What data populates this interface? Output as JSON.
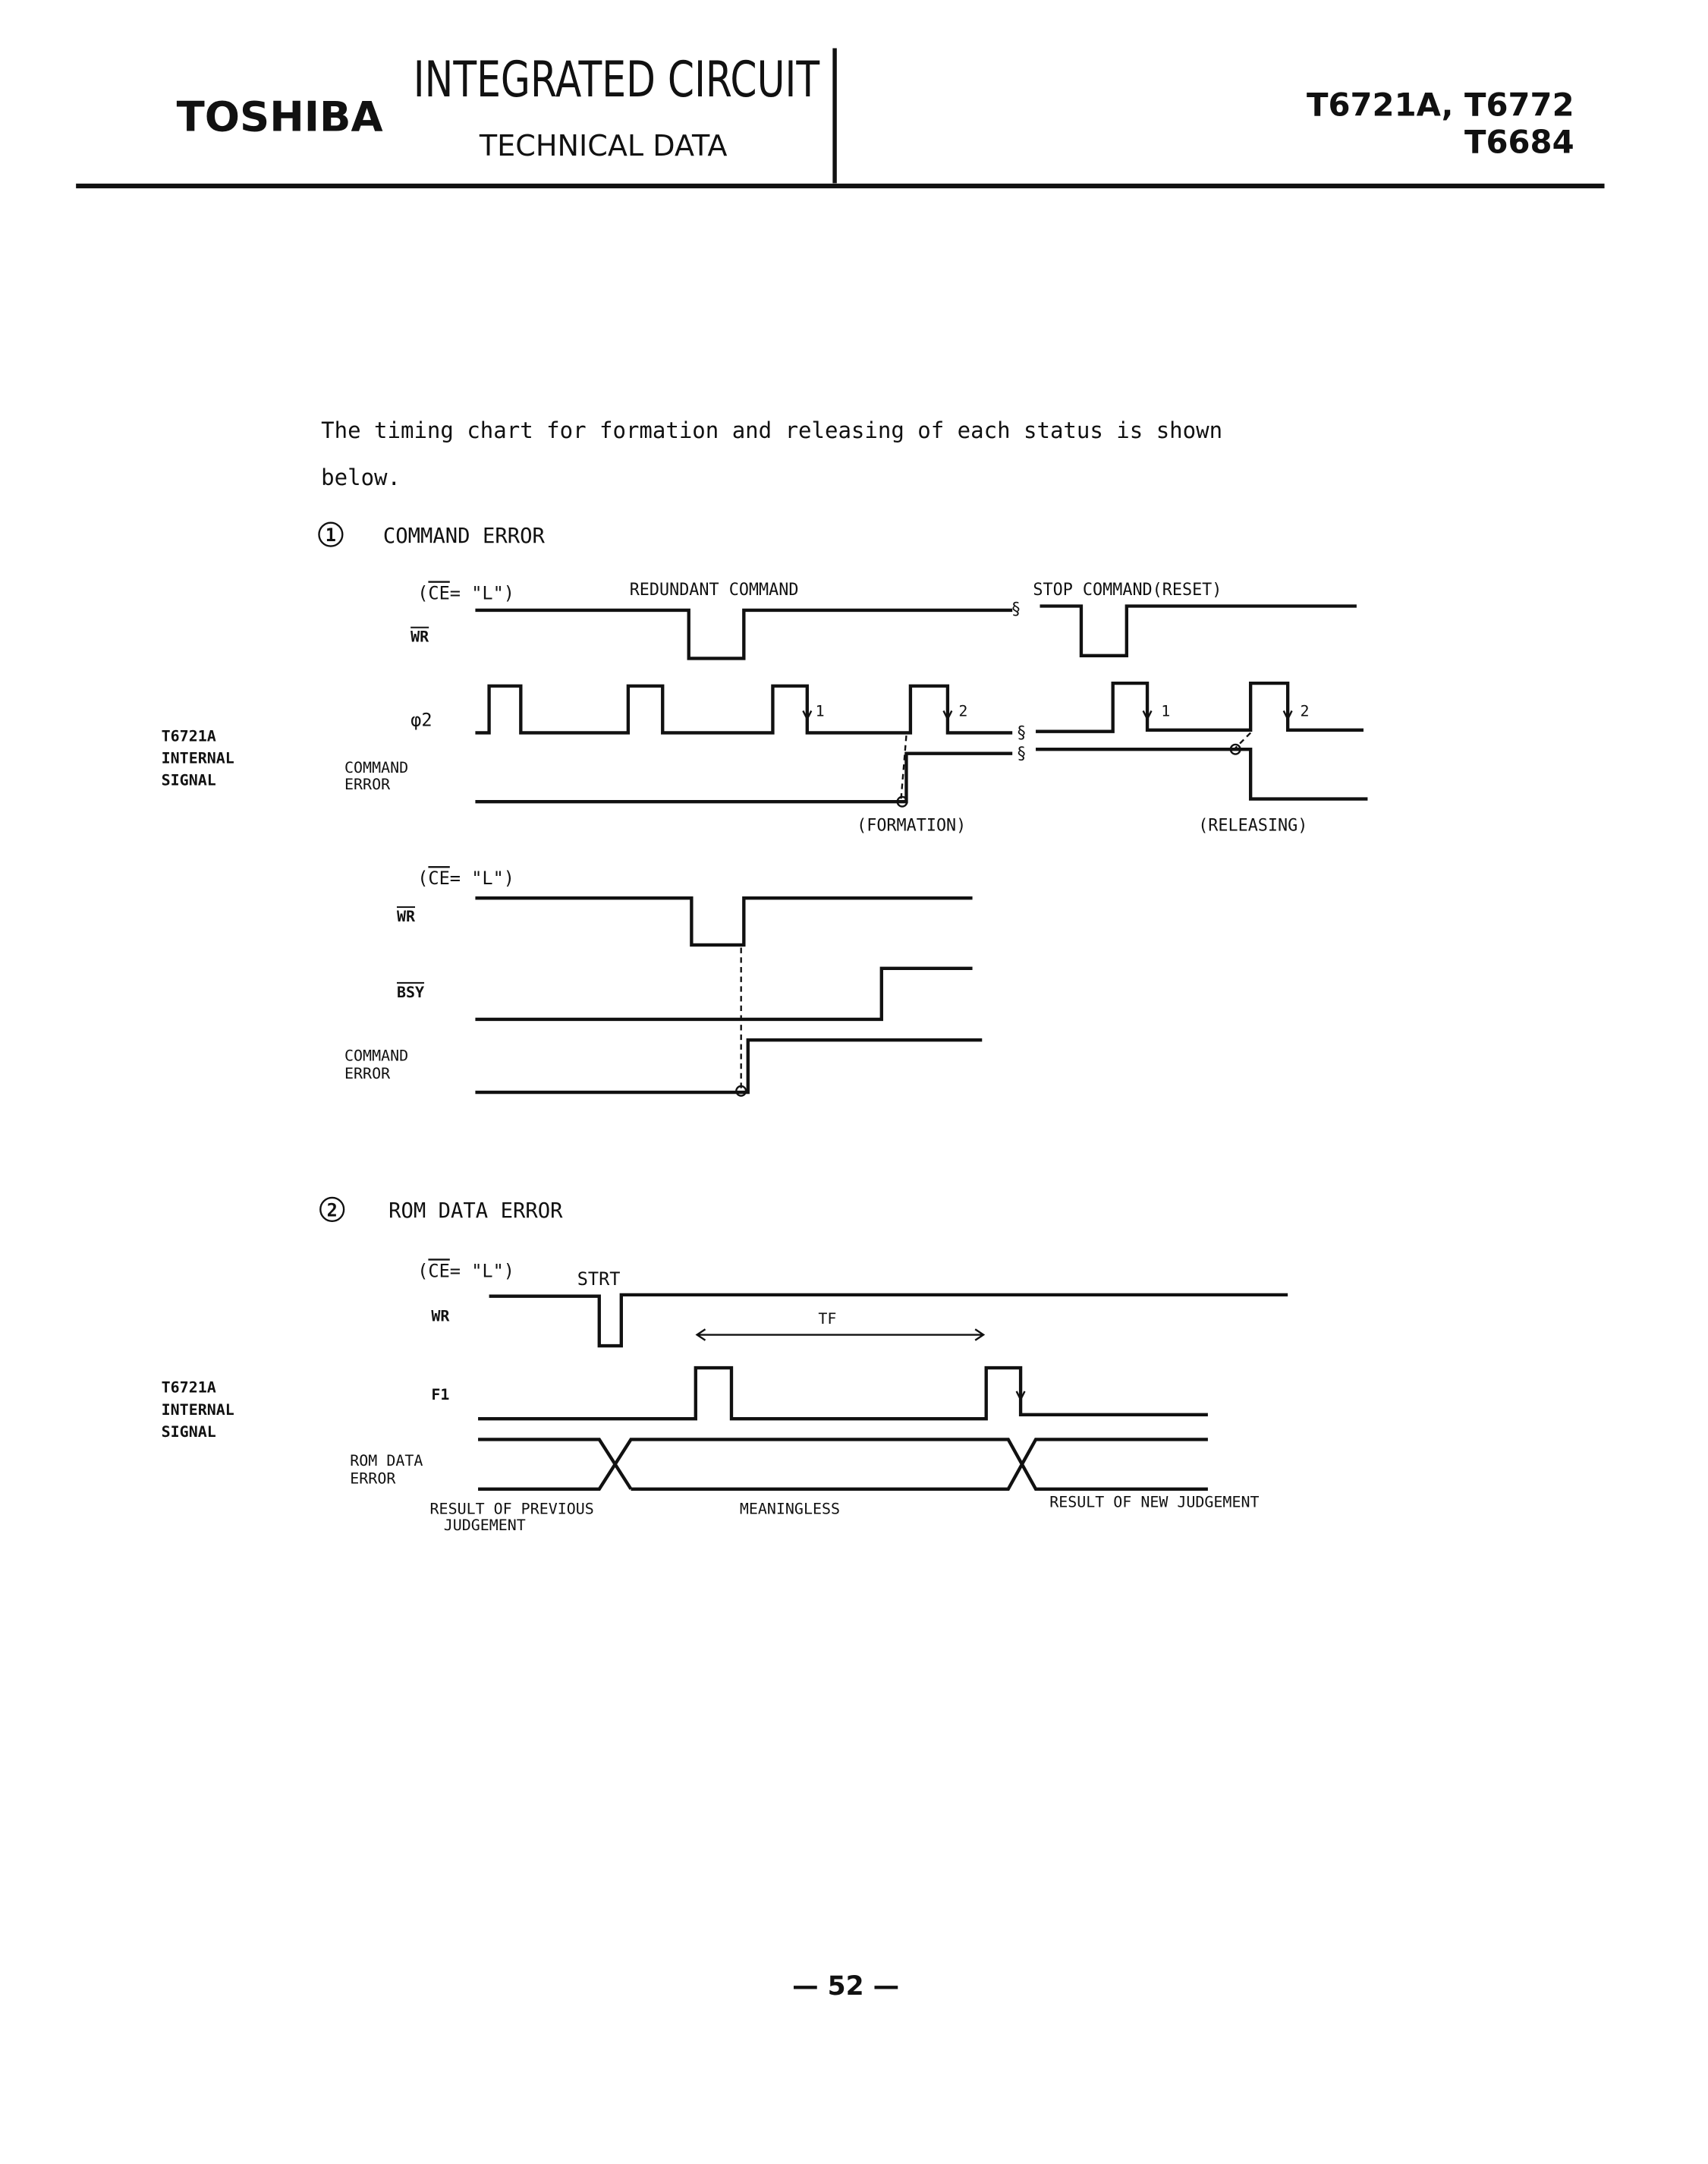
{
  "header": {
    "brand": "TOSHIBA",
    "title": "INTEGRATED CIRCUIT",
    "subtitle": "TECHNICAL DATA",
    "part_numbers_line1": "T6721A, T6772",
    "part_numbers_line2": "T6684"
  },
  "intro": {
    "line1": "The timing chart for formation and releasing of each status is shown",
    "line2": "below."
  },
  "section1": {
    "number": "1",
    "title": "COMMAND ERROR",
    "ce_open": "(",
    "ce_name": "CE",
    "ce_value": "= \"L\")",
    "redundant_command": "REDUNDANT COMMAND",
    "stop_command": "STOP COMMAND(RESET)",
    "wr_label": "WR",
    "phi2_label": "φ2",
    "cmd_error_line1": "COMMAND",
    "cmd_error_line2": "ERROR",
    "marker1": "1",
    "marker2": "2",
    "formation": "(FORMATION)",
    "releasing": "(RELEASING)",
    "side_line1": "T6721A",
    "side_line2": "INTERNAL",
    "side_line3": "SIGNAL",
    "bsy_label": "BSY"
  },
  "section2": {
    "number": "2",
    "title": "ROM DATA ERROR",
    "strt": "STRT",
    "tf": "TF",
    "f1_label": "F1",
    "rom_line1": "ROM DATA",
    "rom_line2": "ERROR",
    "prev_line1": "RESULT OF PREVIOUS",
    "prev_line2": "JUDGEMENT",
    "meaningless": "MEANINGLESS",
    "new_result": "RESULT OF NEW JUDGEMENT",
    "side_line1": "T6721A",
    "side_line2": "INTERNAL",
    "side_line3": "SIGNAL"
  },
  "footer": {
    "page_number": "— 52 —"
  }
}
